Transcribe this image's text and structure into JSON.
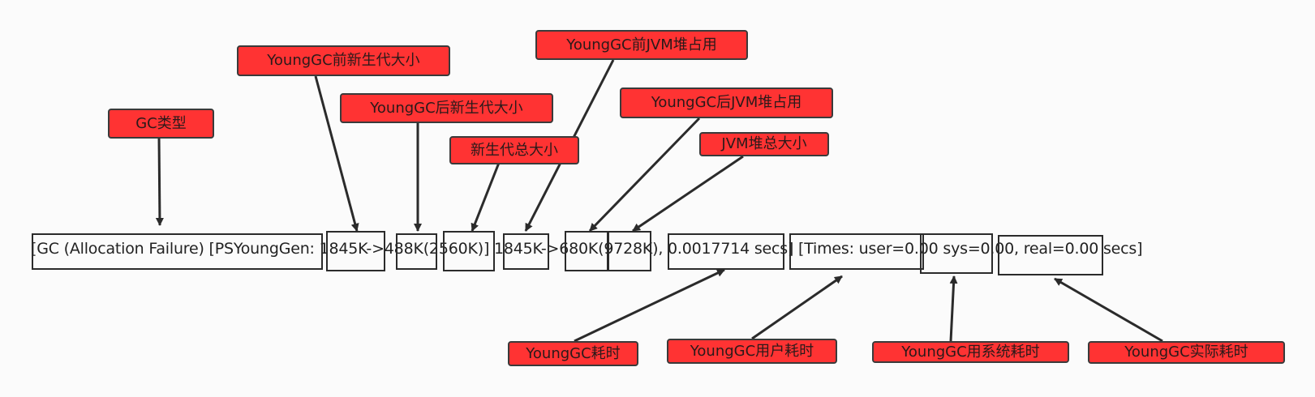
{
  "log": {
    "text": "[GC (Allocation Failure) [PSYoungGen: 1845K->488K(2560K)] 1845K->680K(9728K), 0.0017714 secs] [Times: user=0.00 sys=0.00, real=0.00 secs]"
  },
  "labels": {
    "gc_type": "GC类型",
    "young_before": "YoungGC前新生代大小",
    "young_after": "YoungGC后新生代大小",
    "young_total": "新生代总大小",
    "heap_before": "YoungGC前JVM堆占用",
    "heap_after": "YoungGC后JVM堆占用",
    "heap_total": "JVM堆总大小",
    "gc_time": "YoungGC耗时",
    "user_time": "YoungGC用户耗时",
    "sys_time": "YoungGC用系统耗时",
    "real_time": "YoungGC实际耗时"
  },
  "colors": {
    "label_fill": "#ff3333",
    "line": "#2b2b2b"
  }
}
